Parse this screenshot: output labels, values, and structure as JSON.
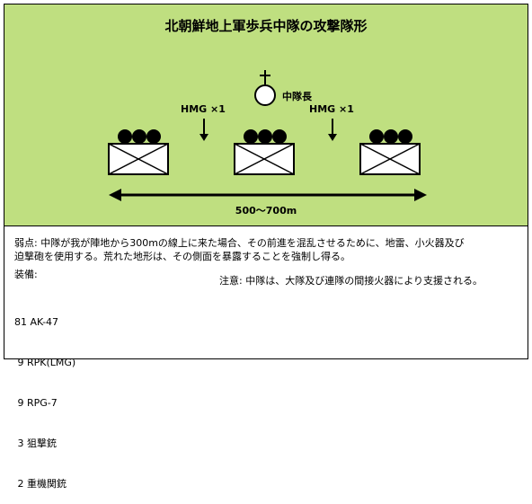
{
  "diagram": {
    "title": "北朝鮮地上軍歩兵中隊の攻撃隊形",
    "company_hq_label": "中隊長",
    "hmg_left_label": "HMG ×1",
    "hmg_right_label": "HMG ×1",
    "frontage_label": "500～700m"
  },
  "notes": {
    "weakness_line1": "弱点: 中隊が我が陣地から300mの線上に来た場合、その前進を混乱させるために、地雷、小火器及び",
    "weakness_line2": "迫撃砲を使用する。荒れた地形は、その側面を暴露することを強制し得る。",
    "equipment_heading": "装備:",
    "equipment_items": [
      "81 AK-47",
      " 9 RPK(LMG)",
      " 9 RPG-7",
      " 3 狙撃銃",
      " 2 重機関銃"
    ],
    "caution": "注意: 中隊は、大隊及び連隊の間接火器により支援される。"
  }
}
